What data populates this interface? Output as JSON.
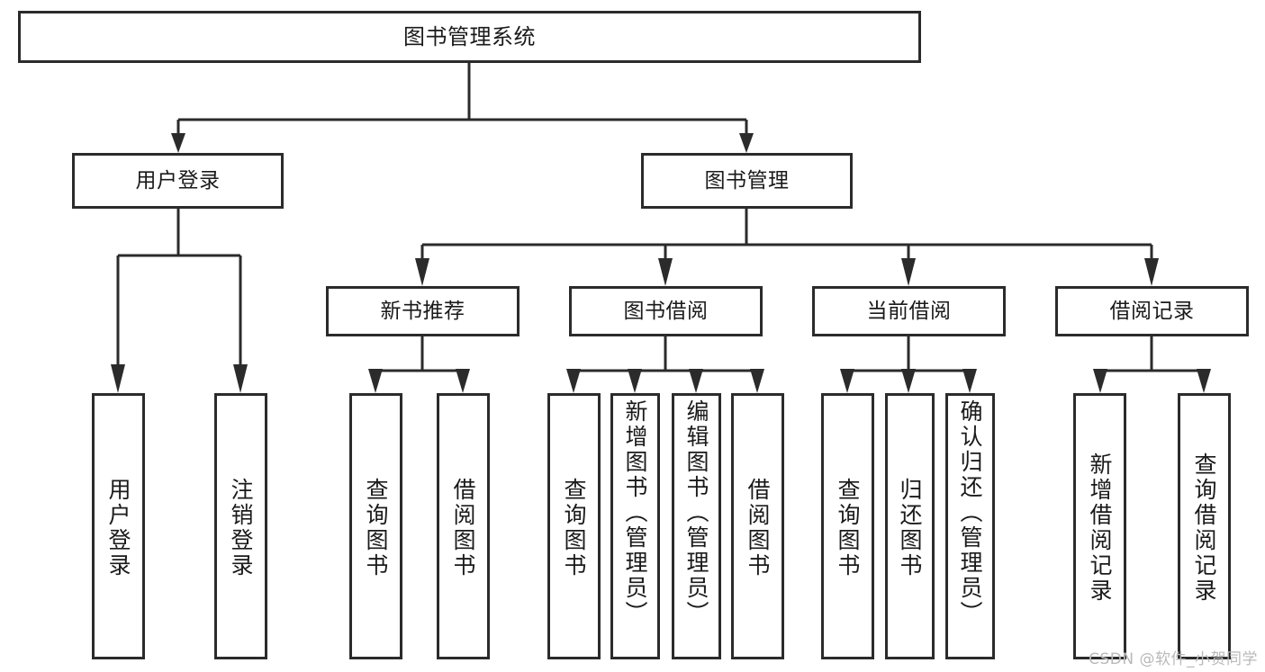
{
  "diagram": {
    "type": "tree-hierarchy",
    "title": "图书管理系统",
    "orientation": "top-down",
    "colors": {
      "line": "#2b2b2b",
      "box_border": "#2b2b2b",
      "box_fill": "#ffffff",
      "text": "#1a1a1a",
      "watermark": "#b9b9b9"
    }
  },
  "root": {
    "label": "图书管理系统"
  },
  "level2": [
    {
      "label": "用户登录"
    },
    {
      "label": "图书管理"
    }
  ],
  "level3": [
    {
      "label": "新书推荐"
    },
    {
      "label": "图书借阅"
    },
    {
      "label": "当前借阅"
    },
    {
      "label": "借阅记录"
    }
  ],
  "leaves": {
    "user_login": [
      {
        "label": "用户登录"
      },
      {
        "label": "注销登录"
      }
    ],
    "new_book_recommend": [
      {
        "label": "查询图书"
      },
      {
        "label": "借阅图书"
      }
    ],
    "book_borrow": [
      {
        "label": "查询图书"
      },
      {
        "label": "新增图书（管理员）"
      },
      {
        "label": "编辑图书（管理员）"
      },
      {
        "label": "借阅图书"
      }
    ],
    "current_borrow": [
      {
        "label": "查询图书"
      },
      {
        "label": "归还图书"
      },
      {
        "label": "确认归还（管理员）"
      }
    ],
    "borrow_record": [
      {
        "label": "新增借阅记录"
      },
      {
        "label": "查询借阅记录"
      }
    ]
  },
  "watermark": {
    "text": "CSDN @软件_小贺同学"
  }
}
